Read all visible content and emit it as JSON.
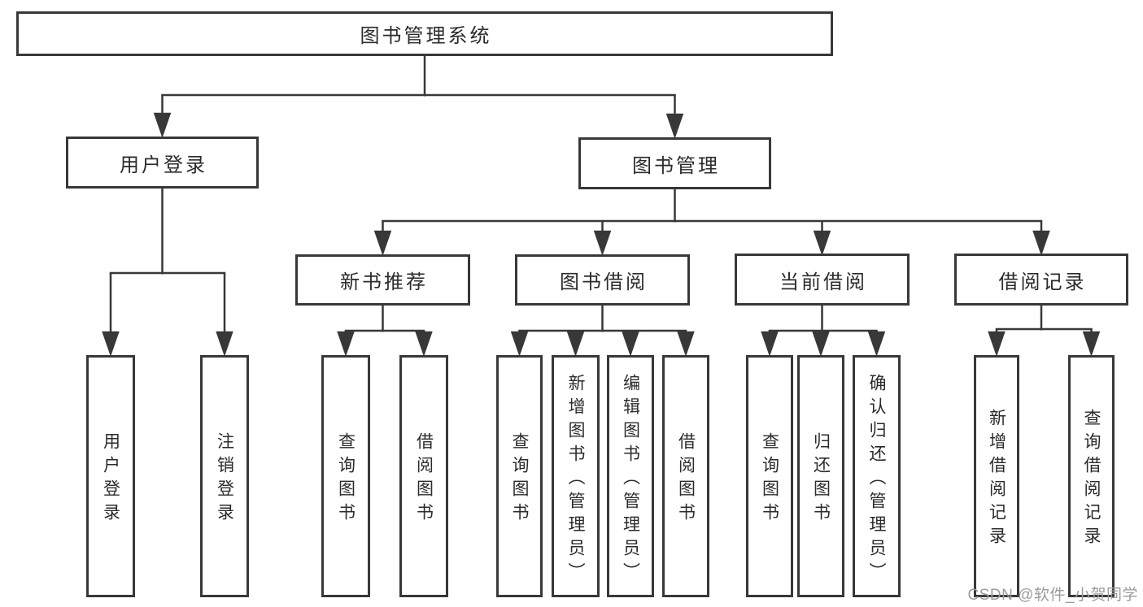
{
  "page": {
    "watermark": "CSDN @软件_小贺同学"
  },
  "colors": {
    "line": "#383838",
    "text": "#2b2b2b",
    "background": "#ffffff",
    "watermark": "#9c9c9c"
  },
  "tree": {
    "root": "图书管理系统",
    "level2": {
      "user_login": "用户登录",
      "book_mgmt": "图书管理"
    },
    "level3": {
      "new_books": "新书推荐",
      "book_borrow": "图书借阅",
      "current_borrow": "当前借阅",
      "borrow_records": "借阅记录"
    },
    "level4": {
      "user_login_children": [
        "用户登录",
        "注销登录"
      ],
      "new_books_children": [
        "查询图书",
        "借阅图书"
      ],
      "book_borrow_children": [
        "查询图书",
        "新增图书（管理员）",
        "编辑图书（管理员）",
        "借阅图书"
      ],
      "current_borrow_children": [
        "查询图书",
        "归还图书",
        "确认归还（管理员）"
      ],
      "borrow_records_children": [
        "新增借阅记录",
        "查询借阅记录"
      ]
    }
  }
}
